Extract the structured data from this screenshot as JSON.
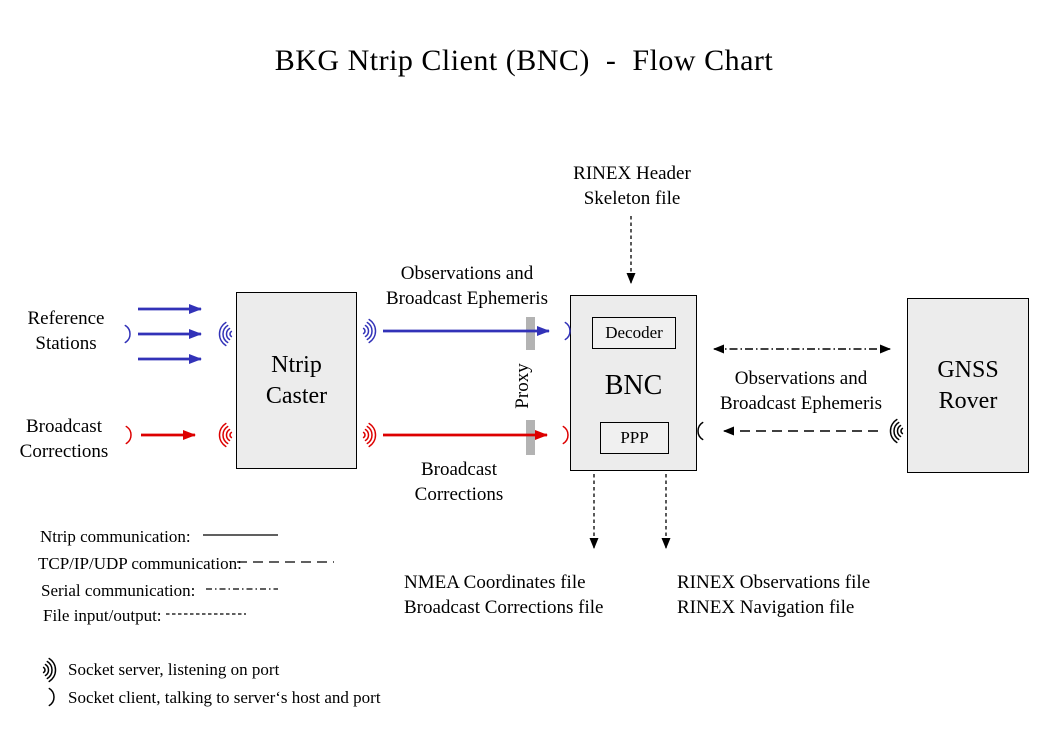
{
  "title": "BKG Ntrip Client (BNC)  -  Flow Chart",
  "colors": {
    "ntrip_blue": "#3232b8",
    "corrections_red": "#dd0000",
    "box_fill": "#ececec",
    "proxy_gray": "#b3b3b3",
    "line_black": "#000000"
  },
  "nodes": {
    "ntrip_caster": {
      "label": "Ntrip\nCaster"
    },
    "bnc": {
      "label": "BNC",
      "decoder_label": "Decoder",
      "ppp_label": "PPP"
    },
    "gnss_rover": {
      "label": "GNSS\nRover"
    }
  },
  "labels": {
    "reference_stations": "Reference\nStations",
    "broadcast_corrections_input": "Broadcast\nCorrections",
    "observations_top": "Observations and\nBroadcast Ephemeris",
    "broadcast_corrections_mid": "Broadcast\nCorrections",
    "rinex_header_skeleton": "RINEX Header\nSkeleton file",
    "observations_right": "Observations and\nBroadcast Ephemeris",
    "proxy": "Proxy",
    "nmea_output_files": "NMEA Coordinates file\nBroadcast Corrections file",
    "rinex_output_files": "RINEX Observations file\nRINEX Navigation file"
  },
  "legend": {
    "line_types": [
      {
        "label": "Ntrip communication:",
        "style": "solid"
      },
      {
        "label": "TCP/IP/UDP communication:",
        "style": "dashed"
      },
      {
        "label": "Serial communication:",
        "style": "dash-dot"
      },
      {
        "label": "File input/output:",
        "style": "fine-dashed"
      }
    ],
    "socket_server": "Socket server, listening on port",
    "socket_client": "Socket client, talking to server‘s host and port"
  }
}
